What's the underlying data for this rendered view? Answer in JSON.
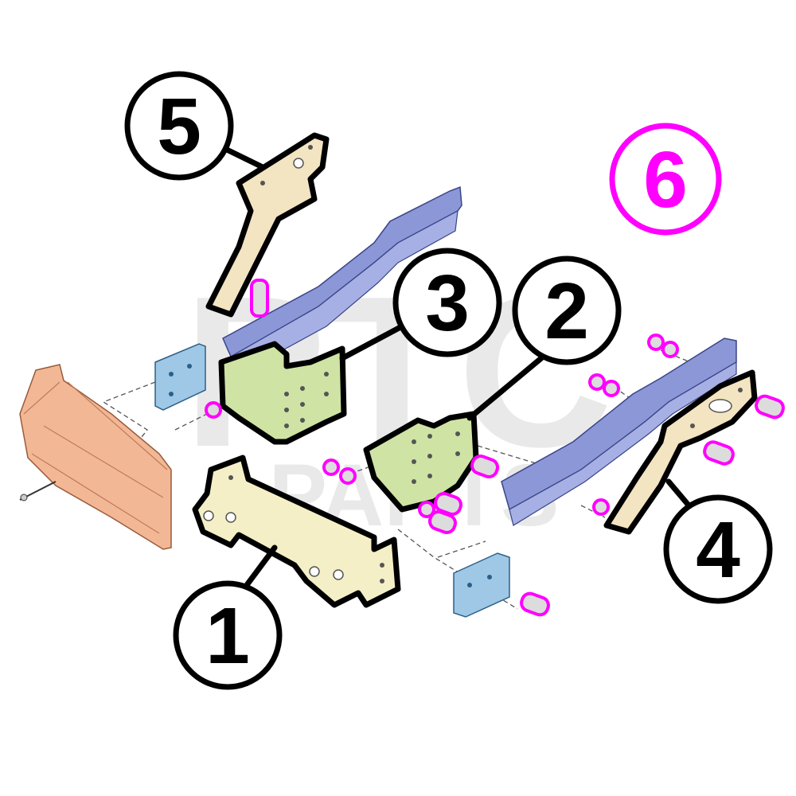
{
  "callouts": [
    {
      "id": "1",
      "label": "1",
      "part": "main-mount-crossmember"
    },
    {
      "id": "2",
      "label": "2",
      "part": "right-side-bracket"
    },
    {
      "id": "3",
      "label": "3",
      "part": "left-side-bracket"
    },
    {
      "id": "4",
      "label": "4",
      "part": "right-extension-arm"
    },
    {
      "id": "5",
      "label": "5",
      "part": "left-extension-arm"
    },
    {
      "id": "6",
      "label": "6",
      "part": "hardware-kit"
    }
  ],
  "watermark": {
    "line1": "PTC",
    "line2": "PARTS"
  },
  "colors": {
    "outline": "#000000",
    "hardware_highlight": "#ff00ff",
    "frame_rail": "#8b97d6",
    "bracket_green": "#cfe4a4",
    "arm_tan": "#f3e4c2",
    "mount_cream": "#f4efc6",
    "plate_blue": "#9ec8e6",
    "bumper": "#f2b895",
    "watermark": "#d8d8d8"
  }
}
